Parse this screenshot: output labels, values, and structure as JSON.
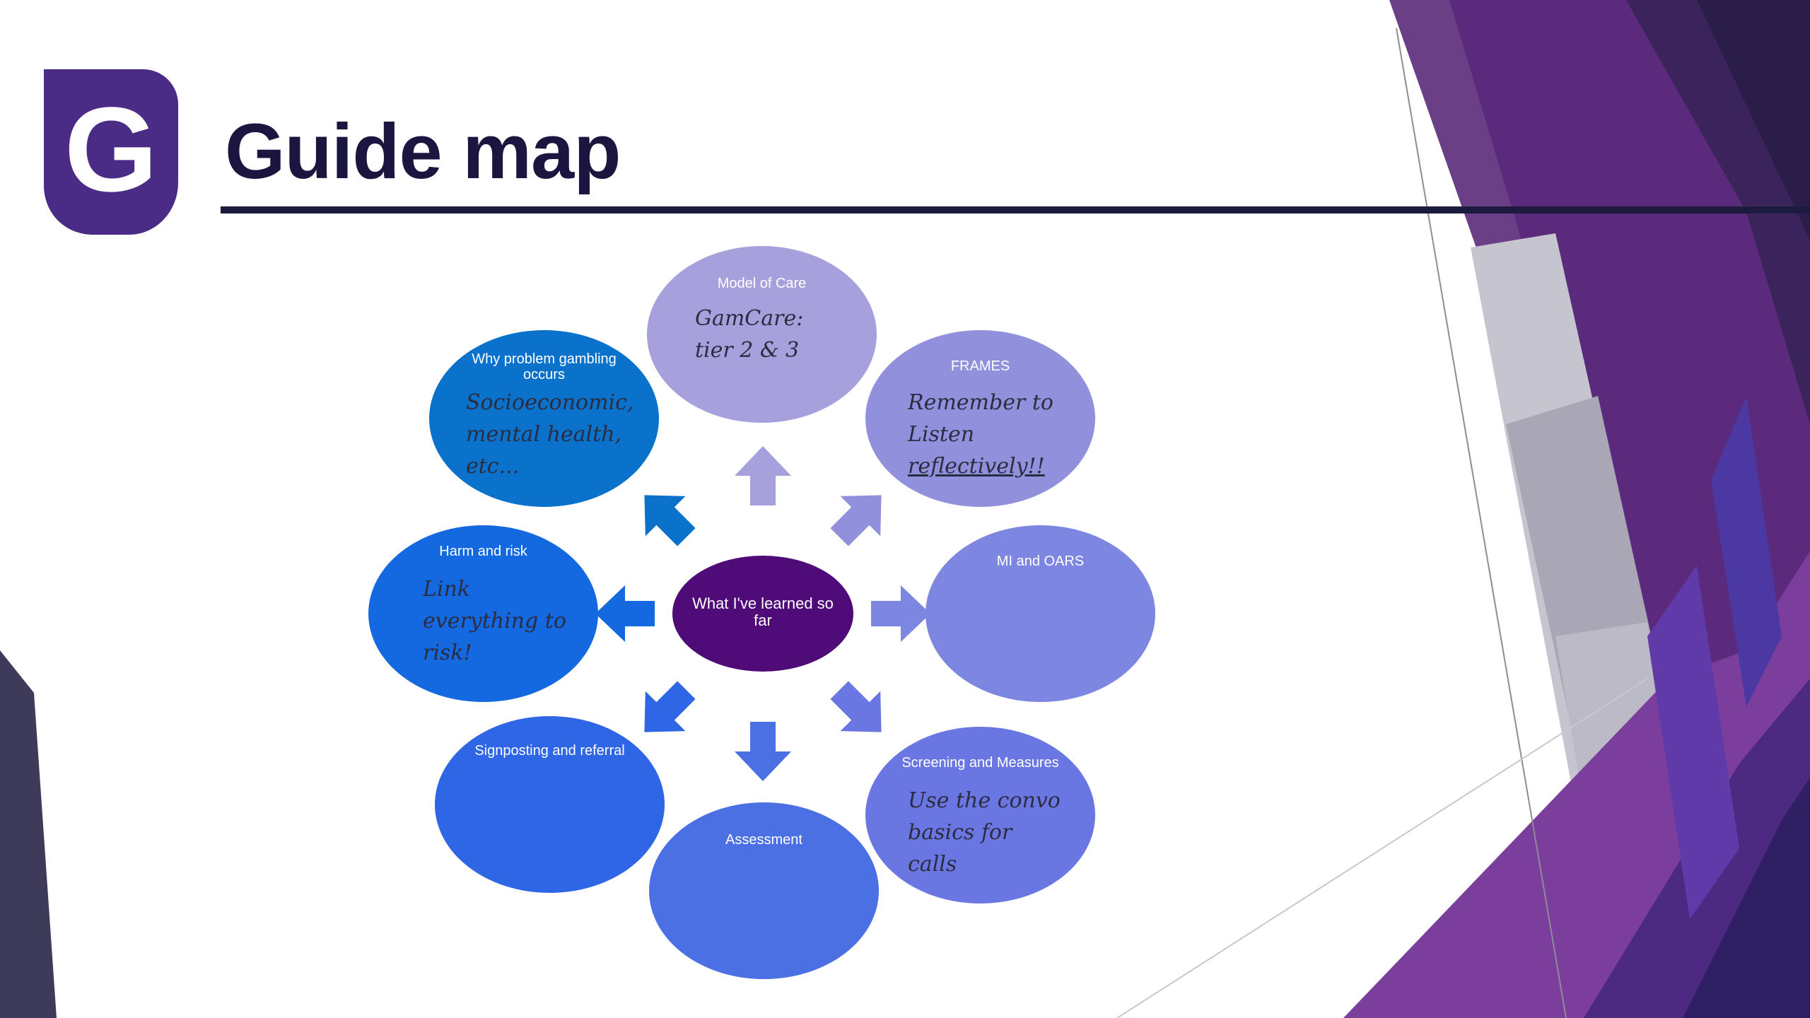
{
  "slide": {
    "title": "Guide map",
    "logo_letter": "G",
    "accent_color": "#1c1a3f",
    "logo_color": "#4a2c86"
  },
  "diagram": {
    "center": {
      "label": "What I've learned so far",
      "color": "#4f0b78"
    },
    "nodes": [
      {
        "id": "model-of-care",
        "label": "Model of Care",
        "note": "GamCare:\ntier 2 & 3",
        "color": "#a6a1dd"
      },
      {
        "id": "frames",
        "label": "FRAMES",
        "note": "Remember to\nListen",
        "note_underlined": "reflectively!!",
        "color": "#9190dd"
      },
      {
        "id": "mi-and-oars",
        "label": "MI and OARS",
        "note": "",
        "color": "#7d86e0"
      },
      {
        "id": "screening-and-measures",
        "label": "Screening and Measures",
        "note": "Use the convo\nbasics for\ncalls",
        "color": "#6a77e2"
      },
      {
        "id": "assessment",
        "label": "Assessment",
        "note": "",
        "color": "#4a70e3"
      },
      {
        "id": "signposting-and-referral",
        "label": "Signposting and referral",
        "note": "",
        "color": "#2f66e6"
      },
      {
        "id": "harm-and-risk",
        "label": "Harm and risk",
        "note": "Link\neverything to\nrisk!",
        "color": "#1469e0"
      },
      {
        "id": "why-problem-gambling-occurs",
        "label": "Why problem gambling occurs",
        "note": "Socioeconomic,\nmental health,\netc...",
        "color": "#0b72cc"
      }
    ]
  }
}
